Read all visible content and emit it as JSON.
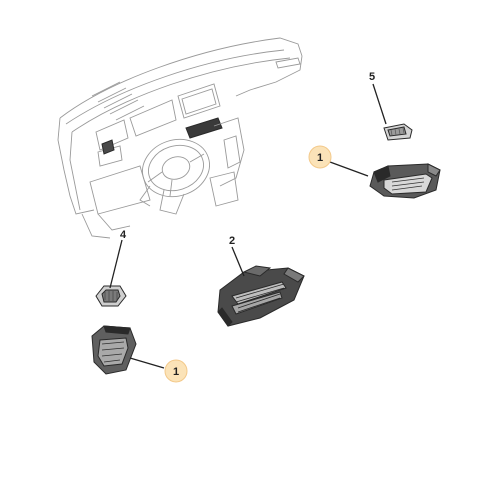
{
  "colors": {
    "callout_fill": "#FBE3B8",
    "line": "#222222",
    "outline_gray": "#9a9a9a",
    "part_dark": "#3a3a3a",
    "part_mid": "#6b6b6b",
    "part_light": "#cfcfcf"
  },
  "labels": {
    "part_1_top": "1",
    "part_1_bottom": "1",
    "part_2": "2",
    "part_4": "4",
    "part_5": "5"
  }
}
